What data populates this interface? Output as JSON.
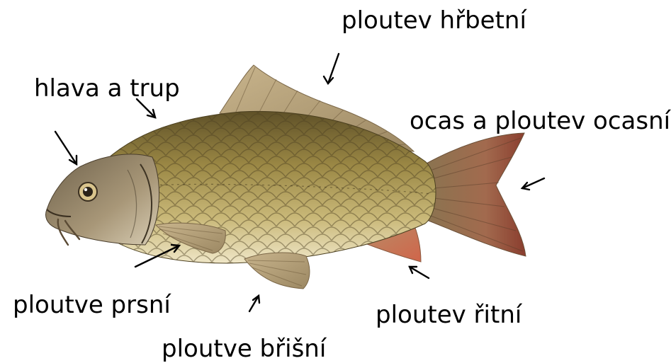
{
  "labels": {
    "dorsal_fin": "ploutev hřbetní",
    "head_and_body": "hlava a trup",
    "tail_and_caudal_fin": "ocas a ploutev ocasní",
    "pectoral_fins": "ploutve prsní",
    "anal_fin": "ploutev řitní",
    "pelvic_fins": "ploutve břišní"
  },
  "colors": {
    "background": "#ffffff",
    "text": "#000000",
    "arrow": "#000000",
    "body_dark": "#6b5a2e",
    "body_mid": "#a38f4d",
    "body_light": "#e9dcb0",
    "fin": "#b8a27a",
    "fin_red": "#c9785a",
    "head": "#8d7c66"
  }
}
